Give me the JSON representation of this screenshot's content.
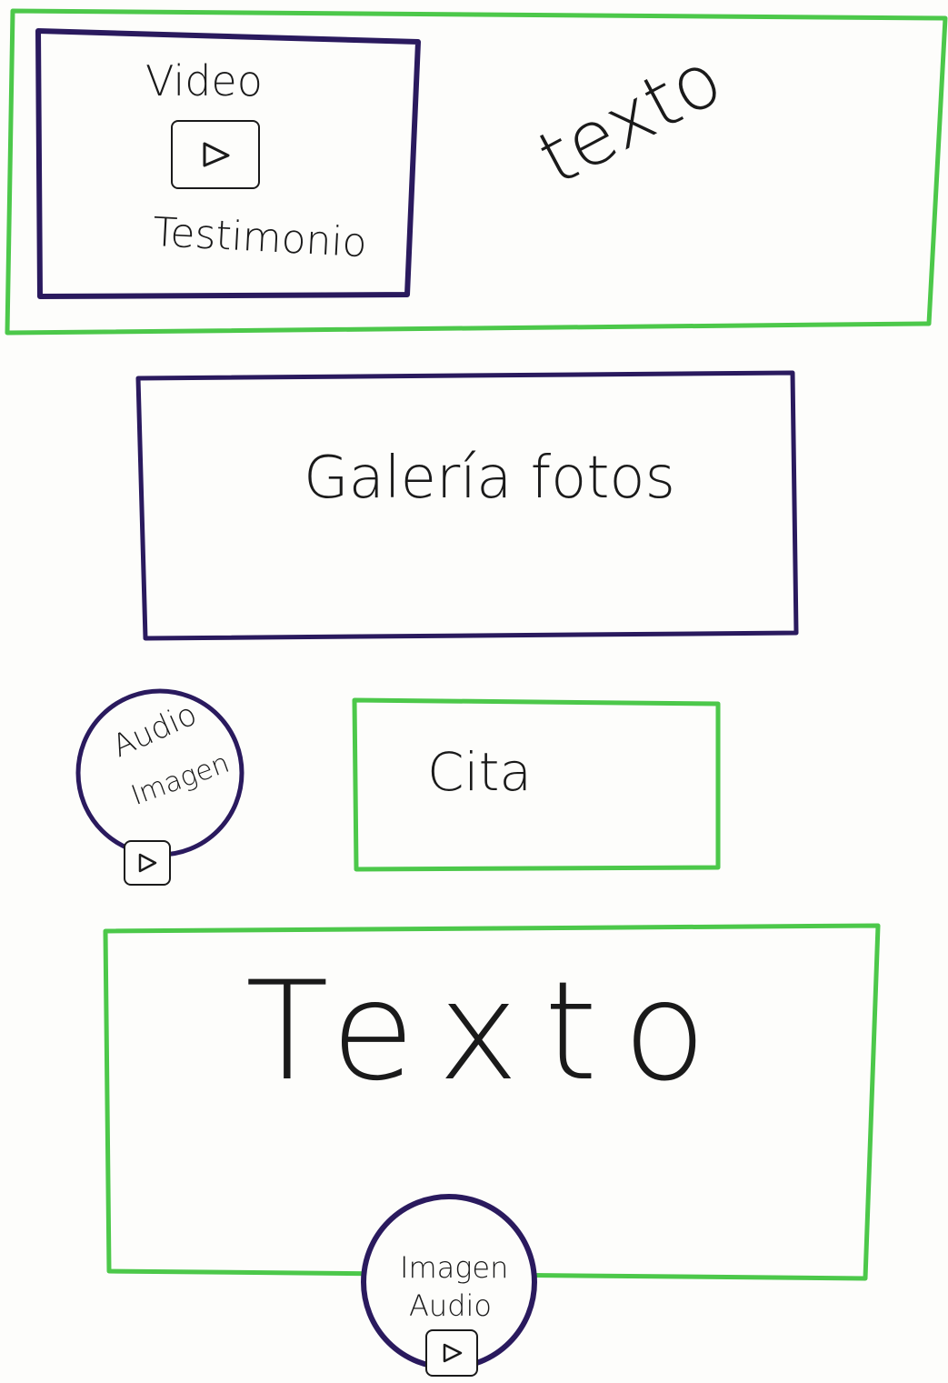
{
  "colors": {
    "paper": "#fdfdfb",
    "green": "#4cc84a",
    "navy": "#2a1a5e",
    "ink": "#1a1a1a"
  },
  "hero": {
    "video_label": "Video",
    "play_icon": "play-icon",
    "testimonio_label": "Testimonio",
    "texto_label": "texto"
  },
  "gallery": {
    "label": "Galería fotos"
  },
  "middle": {
    "audio_label": "Audio",
    "imagen_label": "Imagen",
    "play_icon": "play-icon",
    "cita_label": "Cita"
  },
  "bottom": {
    "texto_label": "Texto",
    "imagen_label": "Imagen",
    "audio_label": "Audio",
    "play_icon": "play-icon"
  }
}
